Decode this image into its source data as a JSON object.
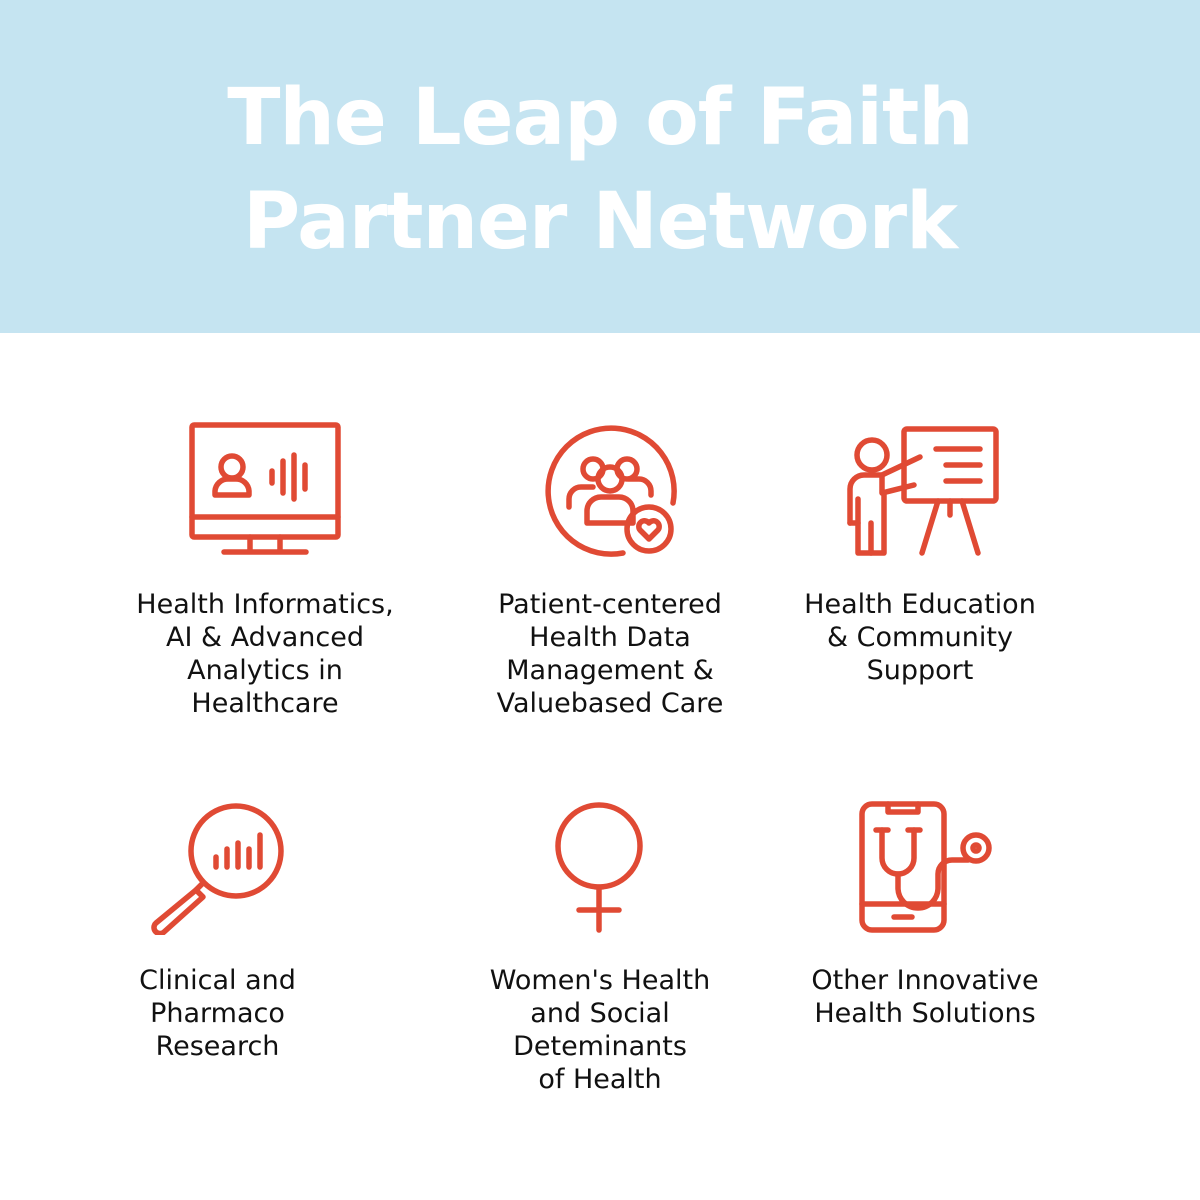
{
  "title": {
    "line1": "The Leap of Faith",
    "line2": "Partner Network"
  },
  "colors": {
    "header_background": "#c5e4f1",
    "title_text": "#ffffff",
    "icon_stroke": "#e04a34",
    "label_text": "#111111"
  },
  "items": [
    {
      "icon": "computer-monitor-user-audio-icon",
      "lines": [
        "Health Informatics,",
        "AI & Advanced",
        "Analytics in",
        "Healthcare"
      ]
    },
    {
      "icon": "patient-group-heart-icon",
      "lines": [
        "Patient-centered",
        "Health Data",
        "Management &",
        "Valuebased Care"
      ]
    },
    {
      "icon": "teacher-presentation-board-icon",
      "lines": [
        "Health Education",
        "& Community",
        "Support"
      ]
    },
    {
      "icon": "magnifier-bar-chart-icon",
      "lines": [
        "Clinical and",
        "Pharmaco",
        "Research"
      ]
    },
    {
      "icon": "female-symbol-icon",
      "lines": [
        "Women's Health",
        "and Social",
        "Deteminants",
        "of Health"
      ]
    },
    {
      "icon": "phone-stethoscope-icon",
      "lines": [
        "Other Innovative",
        "Health Solutions"
      ]
    }
  ]
}
